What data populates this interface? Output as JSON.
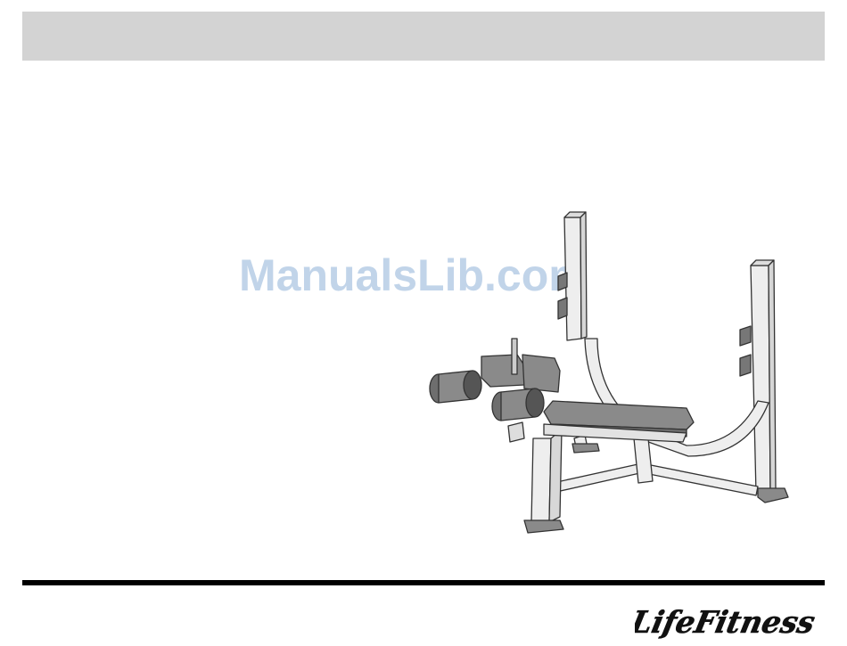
{
  "header": {
    "title": ""
  },
  "watermark": {
    "text": "ManualsLib.com"
  },
  "figure": {
    "subject": "olympic decline bench illustration"
  },
  "footer": {
    "brand": "LifeFitness"
  },
  "colors": {
    "header_bar": "#d3d3d3",
    "watermark": "#b7cde6",
    "rule": "#000000",
    "frame": "#ececec",
    "pad": "#8a8a8a"
  }
}
